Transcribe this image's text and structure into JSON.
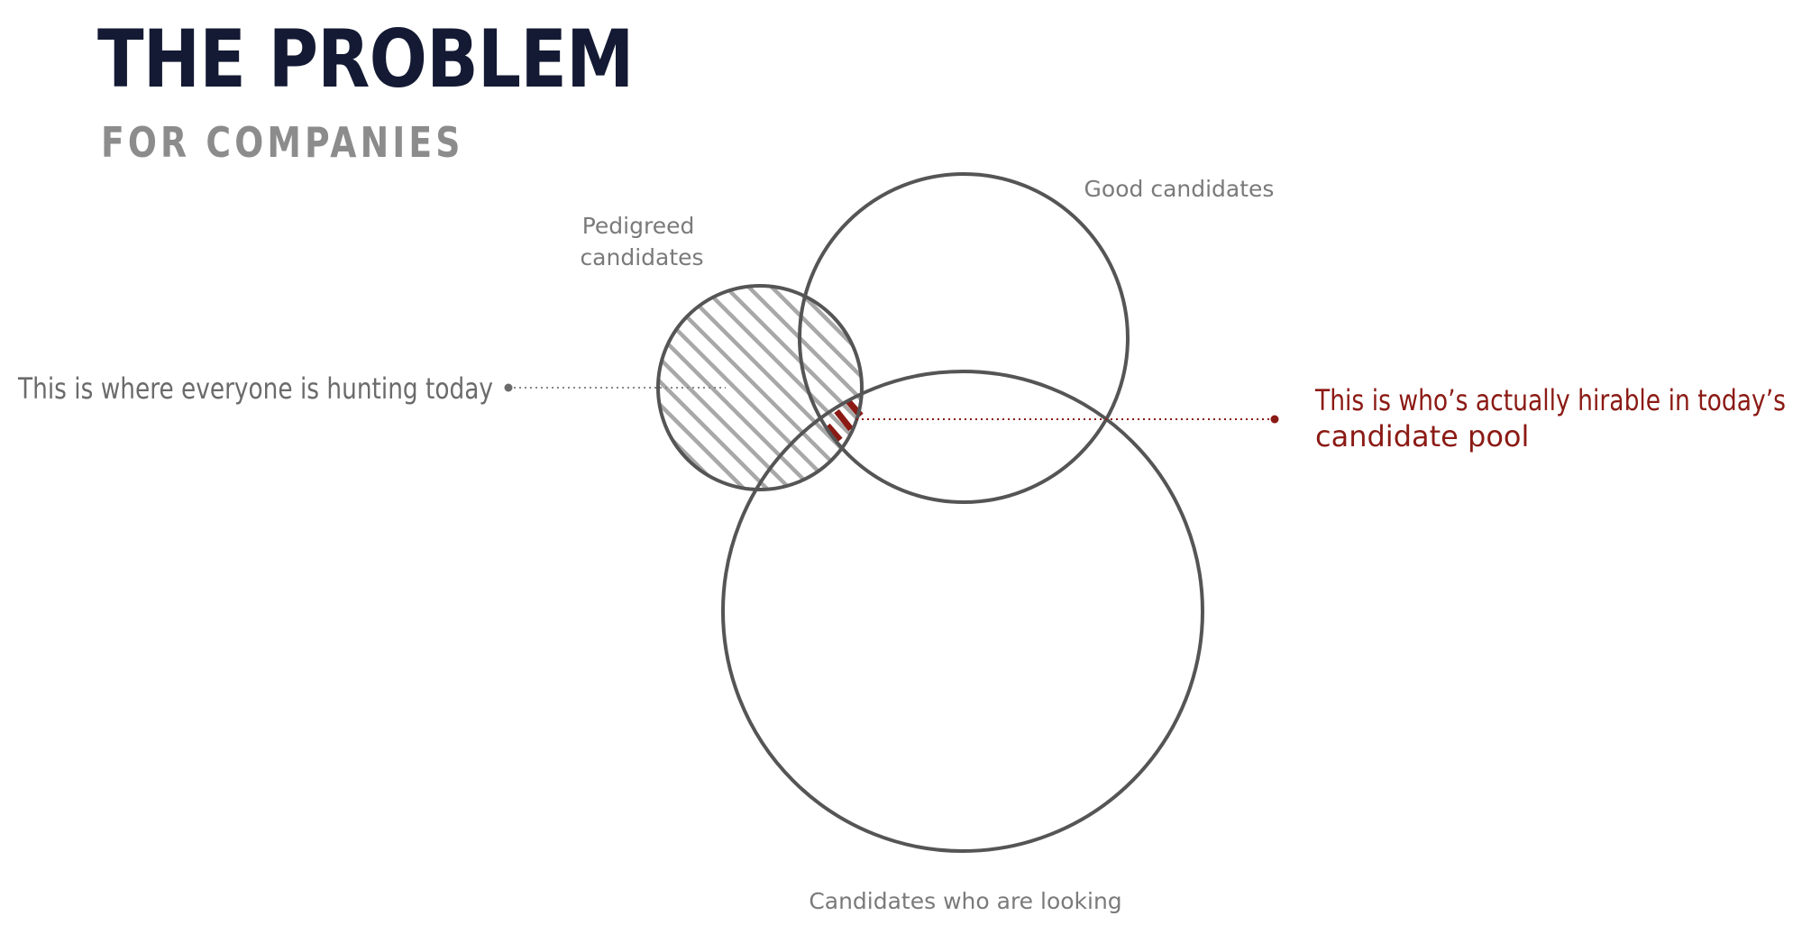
{
  "header": {
    "title": "THE PROBLEM",
    "subtitle": "FOR COMPANIES"
  },
  "diagram": {
    "sets": [
      {
        "id": "pedigreed",
        "label_lines": [
          "Pedigreed",
          "candidates"
        ],
        "shaded": true
      },
      {
        "id": "good",
        "label_lines": [
          "Good candidates"
        ],
        "shaded": false
      },
      {
        "id": "looking",
        "label_lines": [
          "Candidates who are looking"
        ],
        "shaded": false
      }
    ],
    "callouts": [
      {
        "id": "hunting",
        "text_lines": [
          "This is where everyone is hunting today"
        ],
        "points_to": "pedigreed",
        "color": "#6b6b6b"
      },
      {
        "id": "hirable",
        "text_lines": [
          "This is who’s actually hirable in today’s",
          "candidate pool"
        ],
        "points_to": "good ∩ looking",
        "color": "#8b1a14"
      }
    ]
  },
  "colors": {
    "title": "#141a33",
    "subtitle": "#8c8c8c",
    "circle_stroke": "#555555",
    "hatch": "#a8a8a8",
    "label": "#7a7a7a",
    "highlight": "#8b1a14"
  }
}
